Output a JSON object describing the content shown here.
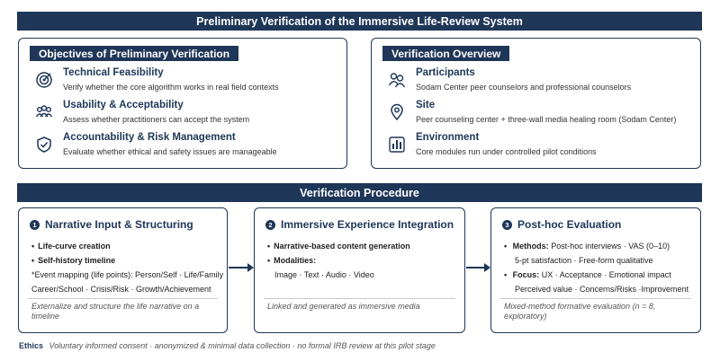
{
  "title": "Preliminary Verification of the Immersive Life-Review System",
  "objectives": {
    "heading": "Objectives of Preliminary Verification",
    "items": [
      {
        "title": "Technical Feasibility",
        "desc": "Verify whether the core algorithm works in real field contexts",
        "icon": "target-icon"
      },
      {
        "title": "Usability & Acceptability",
        "desc": "Assess whether practitioners can accept the system",
        "icon": "users-icon"
      },
      {
        "title": "Accountability & Risk Management",
        "desc": "Evaluate whether ethical and safety issues are manageable",
        "icon": "shield-icon"
      }
    ]
  },
  "overview": {
    "heading": "Verification Overview",
    "items": [
      {
        "title": "Participants",
        "desc": "Sodam Center peer counselors and professional counselors",
        "icon": "participants-icon"
      },
      {
        "title": "Site",
        "desc": "Peer counseling center + three-wall media healing room (Sodam Center)",
        "icon": "location-pin-icon"
      },
      {
        "title": "Environment",
        "desc": "Core modules run under controlled pilot conditions",
        "icon": "equalizer-icon"
      }
    ]
  },
  "procedure": {
    "heading": "Verification Procedure",
    "steps": [
      {
        "num": "1",
        "title": "Narrative Input & Structuring",
        "lines": [
          "Life-curve creation",
          "Self-history timeline",
          "*Event mapping (life points): Person/Self · Life/Family",
          "Career/School · Crisis/Risk · Growth/Achievement"
        ],
        "footer": "Externalize and structure the life narrative on a timeline"
      },
      {
        "num": "2",
        "title": "Immersive Experience Integration",
        "lines": [
          "Narrative-based content generation",
          "Modalities:",
          "Image · Text · Audio · Video"
        ],
        "footer": "Linked and generated as immersive media"
      },
      {
        "num": "3",
        "title": "Post-hoc Evaluation",
        "methods_label": "Methods:",
        "methods_text": "Post-hoc interviews · VAS (0–10)",
        "methods_cont": "5-pt satisfaction · Free-form qualitative",
        "focus_label": "Focus:",
        "focus_text": "UX · Acceptance · Emotional impact",
        "focus_cont": "Perceived value · Concerns/Risks ·Improvement",
        "footer": "Mixed-method formative evaluation (n = 8, exploratory)"
      }
    ]
  },
  "ethics": {
    "label": "Ethics",
    "text": "Voluntary informed consent · anonymized & minimal data collection · no formal IRB review at this pilot stage"
  },
  "colors": {
    "primary": "#1e3657",
    "border": "#1e3657",
    "muted": "#555555"
  }
}
